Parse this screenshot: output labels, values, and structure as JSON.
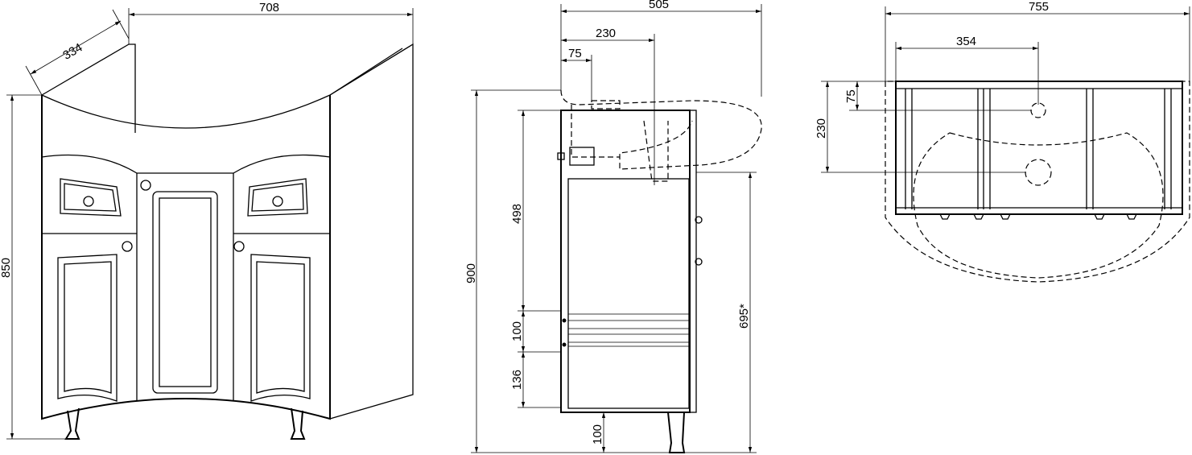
{
  "front_view": {
    "width": "708",
    "depth": "334",
    "height": "850"
  },
  "side_view": {
    "depth": "505",
    "drain_offset": "230",
    "tap_offset": "75",
    "total_height": "900",
    "upper_section": "498",
    "drawer_gap": "100",
    "lower_section": "136",
    "leg_height": "100",
    "inner_height": "695*"
  },
  "top_view": {
    "width": "755",
    "center_offset": "354",
    "tap_offset": "75",
    "drain_offset": "230"
  }
}
